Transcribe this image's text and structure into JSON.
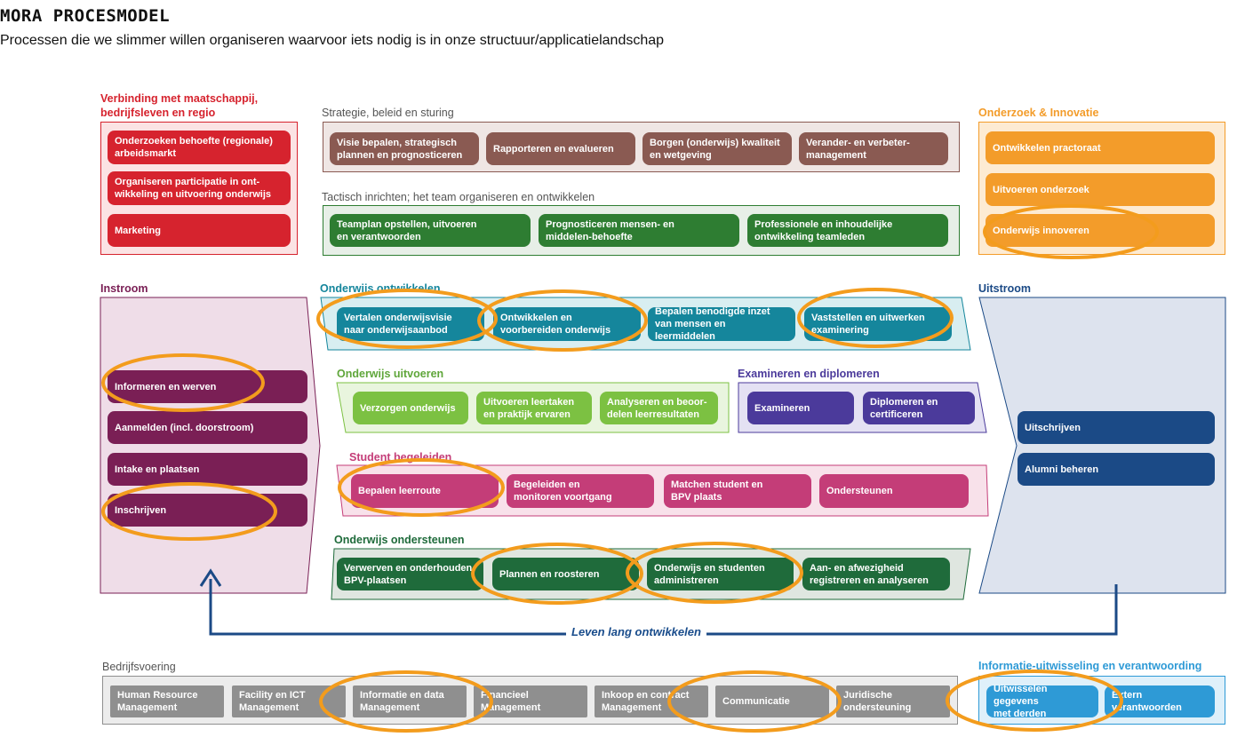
{
  "header": {
    "title": "MORA PROCESMODEL",
    "subtitle": "Processen die we slimmer willen organiseren waarvoor iets nodig is in onze structuur/applicatielandschap"
  },
  "colors": {
    "red": "#d6232e",
    "brown": "#8a5a52",
    "green_dark": "#2e7d32",
    "orange": "#f39c2a",
    "purple": "#7a1f55",
    "teal": "#15869c",
    "light_green": "#7cc142",
    "violet": "#4b3a9b",
    "pink": "#c43d78",
    "deep_green": "#1f6b3b",
    "navy": "#1b4a86",
    "grey": "#8f8f8f",
    "blue": "#2e9ad6",
    "highlight": "#f39c1d"
  },
  "groups": {
    "verbinding": {
      "label": "Verbinding met maatschappij,\nbedrijfsleven en regio",
      "items": [
        "Onderzoeken behoefte (regionale)\narbeidsmarkt",
        "Organiseren participatie in ont-\nwikkeling  en uitvoering onderwijs",
        "Marketing"
      ]
    },
    "strategie": {
      "label": "Strategie, beleid en sturing",
      "items": [
        "Visie bepalen, strategisch\nplannen en prognosticeren",
        "Rapporteren en evalueren",
        "Borgen (onderwijs) kwaliteit\nen wetgeving",
        "Verander- en verbeter-\nmanagement"
      ]
    },
    "tactisch": {
      "label": "Tactisch inrichten; het team organiseren en ontwikkelen",
      "items": [
        "Teamplan opstellen, uitvoeren\nen verantwoorden",
        "Prognosticeren mensen- en\nmiddelen-behoefte",
        "Professionele en inhoudelijke\nontwikkeling teamleden"
      ]
    },
    "onderzoek": {
      "label": "Onderzoek & Innovatie",
      "items": [
        "Ontwikkelen practoraat",
        "Uitvoeren onderzoek",
        "Onderwijs innoveren"
      ]
    },
    "instroom": {
      "label": "Instroom",
      "items": [
        "Informeren en werven",
        "Aanmelden (incl. doorstroom)",
        "Intake en plaatsen",
        "Inschrijven"
      ]
    },
    "onderwijs_ontwikkelen": {
      "label": "Onderwijs ontwikkelen",
      "items": [
        "Vertalen onderwijsvisie\nnaar onderwijsaanbod",
        "Ontwikkelen en\nvoorbereiden onderwijs",
        "Bepalen benodigde inzet\nvan mensen en leermiddelen",
        "Vaststellen en uitwerken\nexaminering"
      ]
    },
    "onderwijs_uitvoeren": {
      "label": "Onderwijs uitvoeren",
      "items": [
        "Verzorgen onderwijs",
        "Uitvoeren leertaken\nen praktijk ervaren",
        "Analyseren en beoor-\ndelen leerresultaten"
      ]
    },
    "examineren": {
      "label": "Examineren en diplomeren",
      "items": [
        "Examineren",
        "Diplomeren en\ncertificeren"
      ]
    },
    "student_begeleiden": {
      "label": "Student begeleiden",
      "items": [
        "Bepalen leerroute",
        "Begeleiden en\nmonitoren voortgang",
        "Matchen student en\nBPV plaats",
        "Ondersteunen"
      ]
    },
    "onderwijs_ondersteunen": {
      "label": "Onderwijs ondersteunen",
      "items": [
        "Verwerven en onderhouden\nBPV-plaatsen",
        "Plannen en roosteren",
        "Onderwijs en studenten\nadministreren",
        "Aan- en afwezigheid\nregistreren en analyseren"
      ]
    },
    "uitstroom": {
      "label": "Uitstroom",
      "items": [
        "Uitschrijven",
        "Alumni beheren"
      ]
    },
    "bedrijfsvoering": {
      "label": "Bedrijfsvoering",
      "items": [
        "Human Resource\nManagement",
        "Facility en ICT\nManagement",
        "Informatie  en data\nManagement",
        "Financieel\nManagement",
        "Inkoop en contract\nManagement",
        "Communicatie",
        "Juridische\nondersteuning"
      ]
    },
    "informatie": {
      "label": "Informatie-uitwisseling en verantwoording",
      "items": [
        "Uitwisselen gegevens\nmet derden",
        "Extern\nverantwoorden"
      ]
    }
  },
  "cycle_label": "Leven lang ontwikkelen"
}
